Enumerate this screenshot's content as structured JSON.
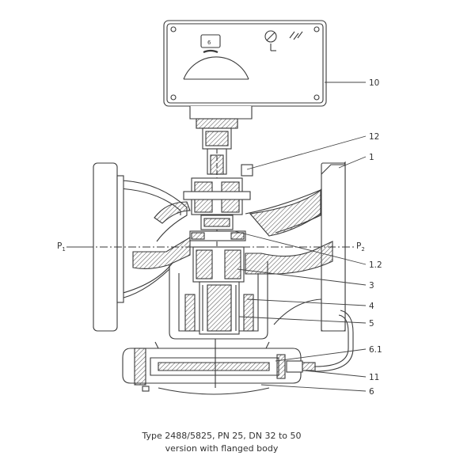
{
  "diagram": {
    "caption": {
      "line1": "Type 2488/5825, PN 25, DN 32 to 50",
      "line2": "version with flanged body"
    },
    "pressure_labels": {
      "inlet": "P",
      "inlet_sub": "1",
      "outlet": "P",
      "outlet_sub": "2"
    },
    "callouts": [
      {
        "id": "10",
        "text": "10"
      },
      {
        "id": "12",
        "text": "12"
      },
      {
        "id": "1",
        "text": "1"
      },
      {
        "id": "1.2",
        "text": "1.2"
      },
      {
        "id": "3",
        "text": "3"
      },
      {
        "id": "4",
        "text": "4"
      },
      {
        "id": "5",
        "text": "5"
      },
      {
        "id": "6.1",
        "text": "6.1"
      },
      {
        "id": "11",
        "text": "11"
      },
      {
        "id": "6",
        "text": "6"
      }
    ],
    "actuator_dial_mark": "6",
    "colors": {
      "line": "#3a3a3a",
      "fill": "#ffffff",
      "hatch": "#555555",
      "text": "#333333"
    }
  }
}
